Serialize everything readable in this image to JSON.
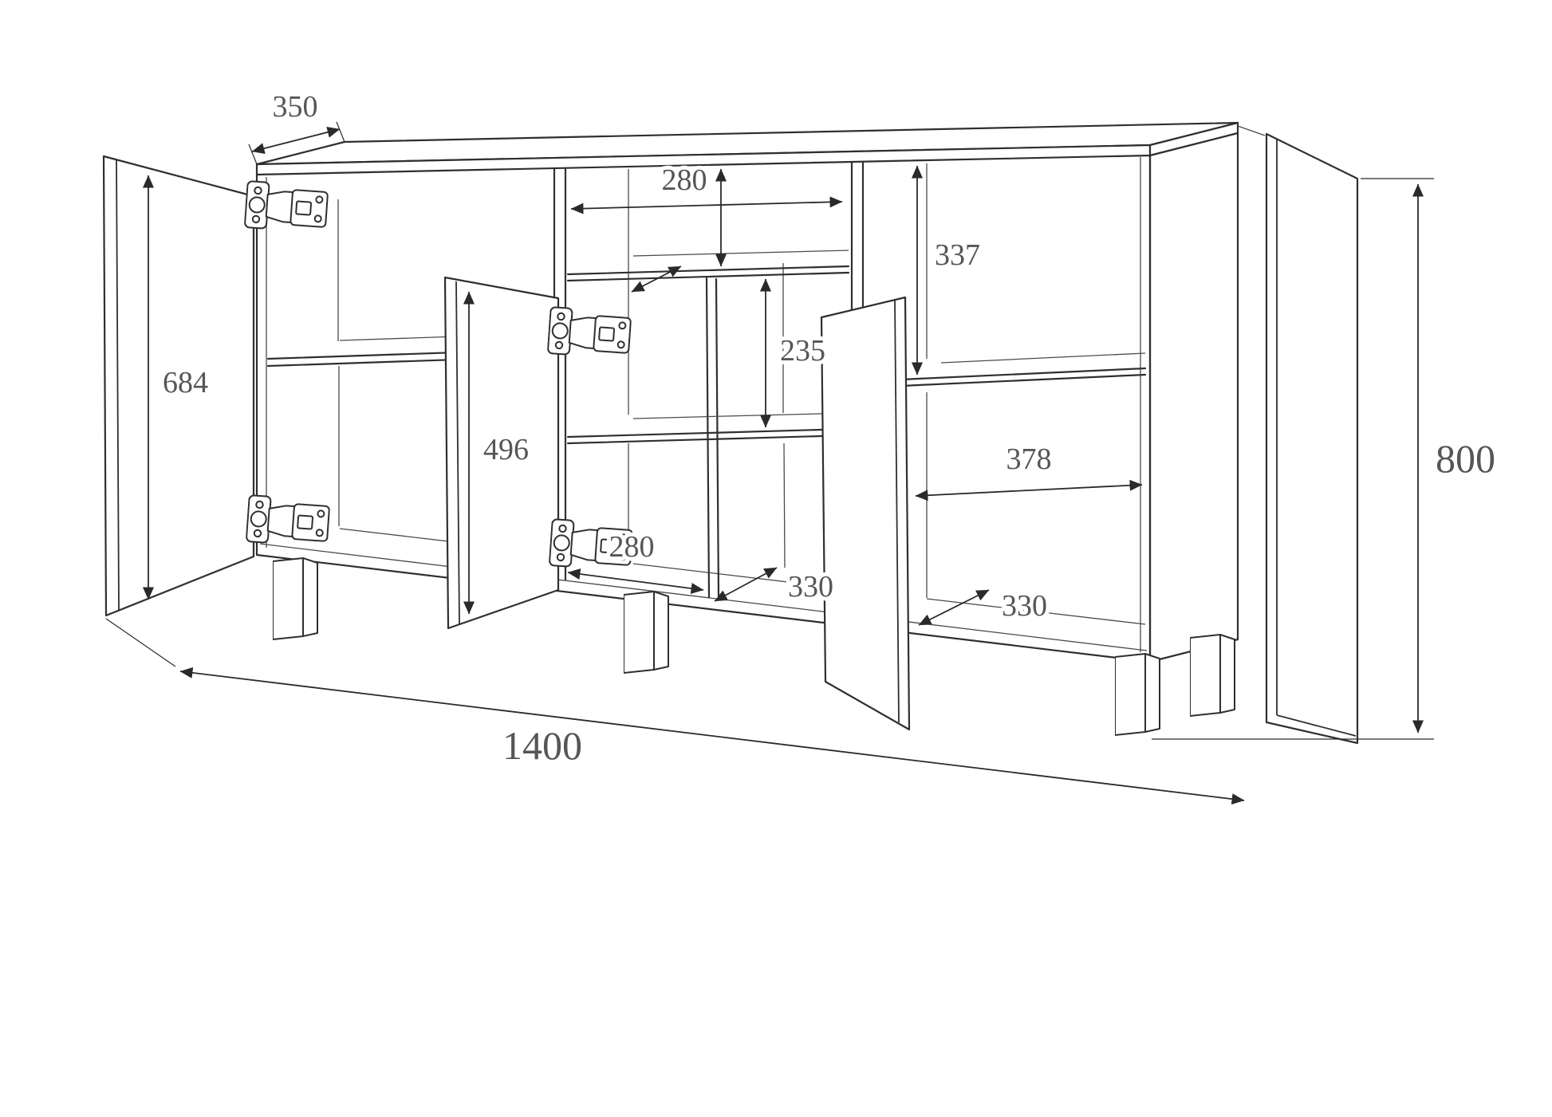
{
  "diagram": {
    "dimensions": {
      "top_depth": "350",
      "top_shelf_width": "280",
      "right_top_compartment_height": "337",
      "left_door_height": "684",
      "middle_compartment_height": "235",
      "middle_door_height": "496",
      "right_compartment_width": "378",
      "bottom_compartment_width": "280",
      "middle_shelf_depth": "330",
      "right_shelf_depth": "330",
      "overall_width": "1400",
      "overall_height": "800"
    },
    "colors": {
      "background": "#ffffff",
      "line": "#2f2f2f",
      "dimension_text": "#565656"
    }
  }
}
